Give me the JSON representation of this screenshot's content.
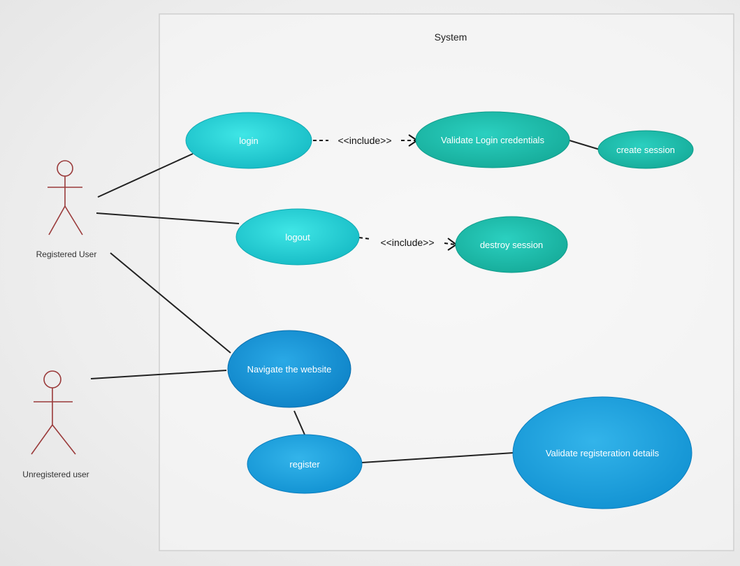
{
  "system": {
    "label": "System"
  },
  "actors": [
    {
      "id": "registered-user",
      "label": "Registered User"
    },
    {
      "id": "unregistered-user",
      "label": "Unregistered user"
    }
  ],
  "use_cases": [
    {
      "id": "login",
      "label": "login",
      "color": "#22d3d8"
    },
    {
      "id": "validate-login",
      "label": "Validate Login credentials",
      "color": "#1fbfae"
    },
    {
      "id": "create-session",
      "label": "create session",
      "color": "#1cb4a4"
    },
    {
      "id": "logout",
      "label": "logout",
      "color": "#22d3d0"
    },
    {
      "id": "destroy-session",
      "label": "destroy session",
      "color": "#1fbfb0"
    },
    {
      "id": "navigate",
      "label": "Navigate the website",
      "color": "#1296d6"
    },
    {
      "id": "register",
      "label": "register",
      "color": "#14a0dc"
    },
    {
      "id": "validate-registration",
      "label": "Validate registeration details",
      "color": "#169fd9"
    }
  ],
  "relations": {
    "include_label": "<<include>>"
  }
}
